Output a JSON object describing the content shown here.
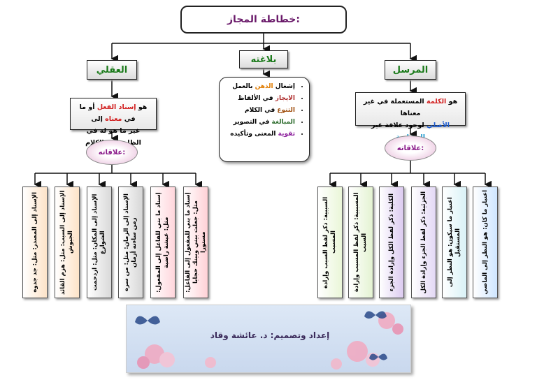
{
  "title": "خطاطة المجاز:",
  "categories": {
    "right": "المرسل",
    "middle": "بلاغته",
    "left": "العقلي"
  },
  "right_def": {
    "part1": "هو ",
    "kalima": "الكلمة",
    "part2": " المستعملة في غير معناها",
    "asli": "الأصلي",
    "part3": " لوجود علاقة غير ",
    "mushabaha": "المشابهة"
  },
  "left_def": {
    "part1": "هو ",
    "isnad": "إسناد الفعل",
    "part2": " أو ما في ",
    "mana": "معناه",
    "part3": " إلى",
    "line2": "غير ما هو له في الظاهر من الكلام"
  },
  "relations_label": "علاقاته:",
  "relations_label_left": "علاقاته:",
  "balagha_items": [
    {
      "p1": "إشغال ",
      "hl": "الذهن",
      "p2": " بالعمل",
      "color": "#e07b00"
    },
    {
      "p1": "",
      "hl": "الايجاز",
      "p2": " في الألفاظ",
      "color": "#b03030"
    },
    {
      "p1": "",
      "hl": "التنوع",
      "p2": " في الكلام",
      "color": "#a05010"
    },
    {
      "p1": "",
      "hl": "المبالغة",
      "p2": " في التصوير",
      "color": "#2a6a2a"
    },
    {
      "p1": "",
      "hl": "تقوية",
      "p2": " المعنى وتأكيده",
      "color": "#8a1a9a"
    }
  ],
  "right_leaves": [
    {
      "text": "اعتبار ما كان: هو النظر إلى الماضي",
      "color": "#cfe6ff"
    },
    {
      "text": "اعتبار ما سيكون: هو النظر إلى المستقبل",
      "color": "#d9f2f7"
    },
    {
      "text": "الجزئية: ذكر لفظ الجزء وإرادة الكل",
      "color": "#e3d8f5"
    },
    {
      "text": "الكلية: ذكر لفظ الكل وإرادة الجزء",
      "color": "#dccbf0"
    },
    {
      "text": "المسببية: ذكر لفظ المسبب وإرادة السبب",
      "color": "#e4f3d2"
    },
    {
      "text": "السببية: ذكر لفظ السبب وإرادة المسبب",
      "color": "#eaf6d8"
    }
  ],
  "left_leaves": [
    {
      "text": "إسناد ما بني للمفعول إلى الفاعل: مثل: جعلت بيني وبينك حجابا مستورا",
      "color": "#ffd1d6"
    },
    {
      "text": "إسناد ما بني للفاعل إلى المفعول: مثل: عيشة راضية",
      "color": "#ffd6dc"
    },
    {
      "text": "الإسناد إلى الزمان: مثل: من سره زمن ساءته أزمان",
      "color": "#d6d6d6"
    },
    {
      "text": "الإسناد إلى المكان: مثل: ازدحمت الشوارع",
      "color": "#d9d9d9"
    },
    {
      "text": "الإسناد إلى السبب: مثل: هزم القائد الجيوش",
      "color": "#fde3c8"
    },
    {
      "text": "الإسناد إلى المصدر: مثل: جد جدوه",
      "color": "#fde3c8"
    }
  ],
  "footer": "إعداد وتصميم: د. عائشة وقاد",
  "colors": {
    "title": "#6a1a6a",
    "category": "#1a7a1a",
    "highlight_red": "#d22020",
    "highlight_blue": "#1a5ad0"
  }
}
